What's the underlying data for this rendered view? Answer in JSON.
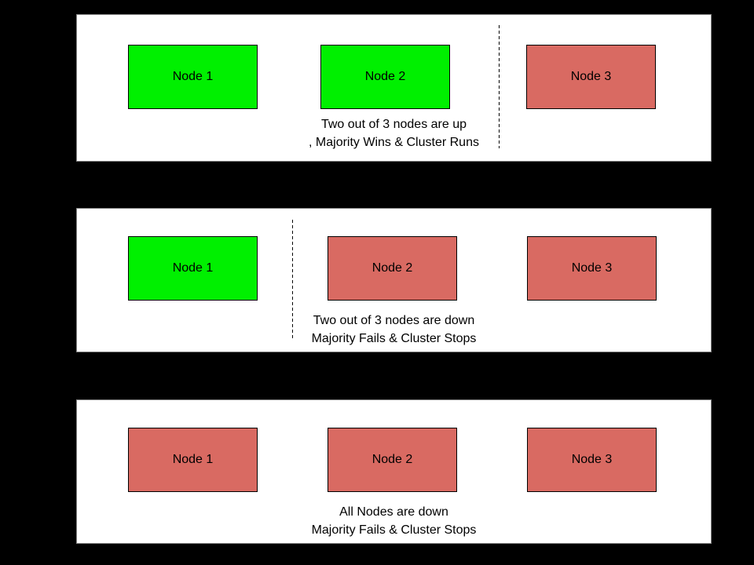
{
  "colors": {
    "up": "#00f000",
    "down": "#d96a62",
    "background": "#000000",
    "panel_bg": "#ffffff",
    "node_border": "#000000"
  },
  "panels": [
    {
      "scenario": "two-nodes-up",
      "nodes": [
        {
          "label": "Node 1",
          "status": "up"
        },
        {
          "label": "Node 2",
          "status": "up"
        },
        {
          "label": "Node 3",
          "status": "down"
        }
      ],
      "caption_line1": "Two out of 3 nodes are up",
      "caption_line2": ", Majority Wins & Cluster Runs"
    },
    {
      "scenario": "two-nodes-down",
      "nodes": [
        {
          "label": "Node 1",
          "status": "up"
        },
        {
          "label": "Node 2",
          "status": "down"
        },
        {
          "label": "Node 3",
          "status": "down"
        }
      ],
      "caption_line1": "Two out of 3 nodes are down",
      "caption_line2": "Majority Fails & Cluster Stops"
    },
    {
      "scenario": "all-nodes-down",
      "nodes": [
        {
          "label": "Node 1",
          "status": "down"
        },
        {
          "label": "Node 2",
          "status": "down"
        },
        {
          "label": "Node 3",
          "status": "down"
        }
      ],
      "caption_line1": "All Nodes are down",
      "caption_line2": "Majority Fails & Cluster Stops"
    }
  ]
}
